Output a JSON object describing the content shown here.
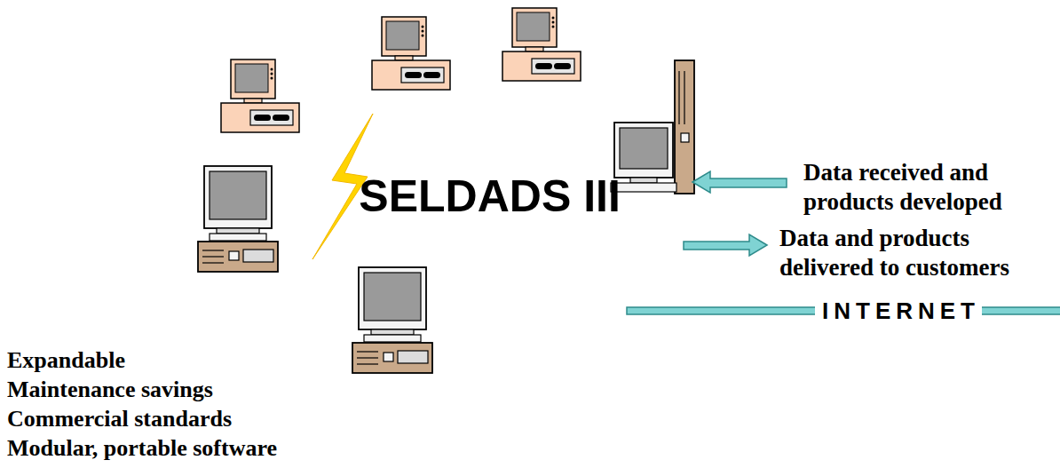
{
  "diagram": {
    "nodes": [
      {
        "text": [
          "SELDADS III"
        ]
      }
    ],
    "labels": [
      "Data received and products developed",
      "Data and products delivered to customers",
      "INTERNET",
      "Expandable",
      "Maintenance savings",
      "Commercial standards",
      "Modular, portable software"
    ]
  }
}
